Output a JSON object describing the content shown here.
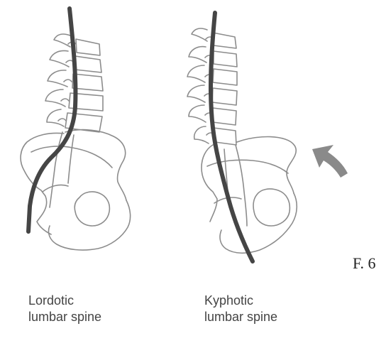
{
  "figure": {
    "label": "F. 6",
    "left": {
      "caption_line1": "Lordotic",
      "caption_line2": "lumbar spine"
    },
    "right": {
      "caption_line1": "Kyphotic",
      "caption_line2": "lumbar spine"
    },
    "colors": {
      "outline": "#8c8c8c",
      "curve": "#454545",
      "arrow": "#8a8a8a"
    }
  }
}
